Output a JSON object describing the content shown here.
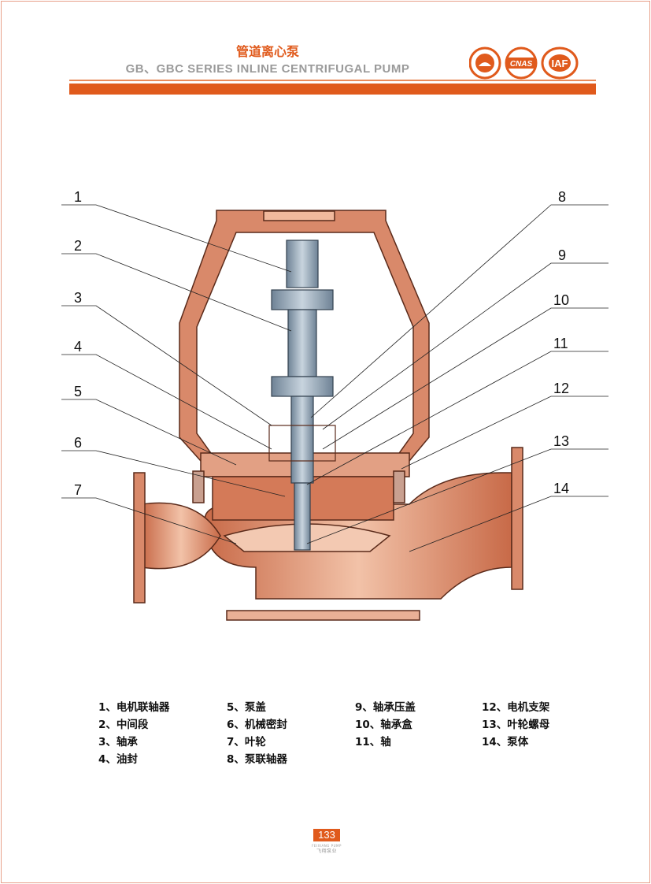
{
  "header": {
    "title_cn": "管道离心泵",
    "title_en": "GB、GBC SERIES INLINE CENTRIFUGAL PUMP",
    "logos": [
      "certification-seal",
      "CNAS",
      "IAF"
    ]
  },
  "diagram": {
    "callouts_left": [
      "1",
      "2",
      "3",
      "4",
      "5",
      "6",
      "7"
    ],
    "callouts_right": [
      "8",
      "9",
      "10",
      "11",
      "12",
      "13",
      "14"
    ]
  },
  "legend": [
    "1、电机联轴器",
    "2、中间段",
    "3、轴承",
    "4、油封",
    "5、泵盖",
    "6、机械密封",
    "7、叶轮",
    "8、泵联轴器",
    "9、轴承压盖",
    "10、轴承盒",
    "11、轴",
    "12、电机支架",
    "13、叶轮螺母",
    "14、泵体"
  ],
  "footer": {
    "page_number": "133",
    "brand_en": "FEIXIANG PUMP",
    "brand_cn": "飞翔泵业"
  },
  "colors": {
    "accent": "#e05a1c",
    "body": "#d9896a",
    "shaft": "#8ea2b4"
  }
}
